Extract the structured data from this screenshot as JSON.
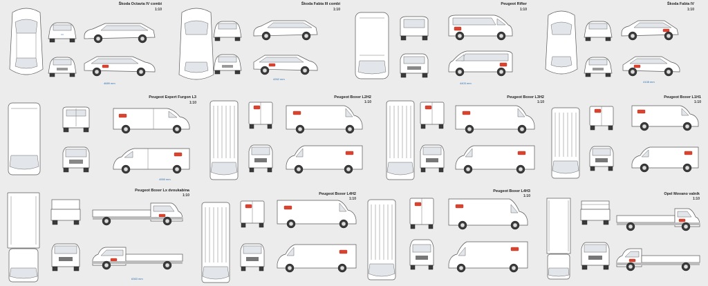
{
  "panels": [
    {
      "title": "Škoda Octavia IV combi",
      "scale": "1:10",
      "dimension": "4689 mm"
    },
    {
      "title": "Škoda Fabia III combi",
      "scale": "1:10",
      "dimension": "4262 mm"
    },
    {
      "title": "Peugeot Rifter",
      "scale": "1:10",
      "dimension": "4403 mm"
    },
    {
      "title": "Škoda Fabia IV",
      "scale": "1:10",
      "dimension": "4108 mm"
    },
    {
      "title": "Peugeot Expert Furgon L3",
      "scale": "1:10",
      "dimension": "4959 mm"
    },
    {
      "title": "Peugeot Boxer L2H2",
      "scale": "1:10",
      "dimension": ""
    },
    {
      "title": "Peugeot Boxer L3H2",
      "scale": "1:10",
      "dimension": ""
    },
    {
      "title": "Peugeot Boxer L1H1",
      "scale": "1:10",
      "dimension": ""
    },
    {
      "title": "Peugeot Boxer Lx dvoukabina",
      "scale": "1:10",
      "dimension": "6363 mm"
    },
    {
      "title": "Peugeot Boxer L4H2",
      "scale": "1:10",
      "dimension": ""
    },
    {
      "title": "Peugeot Boxer L4H3",
      "scale": "1:10",
      "dimension": ""
    },
    {
      "title": "Opel Movano valník",
      "scale": "1:10",
      "dimension": ""
    }
  ],
  "colors": {
    "background": "#ececec",
    "logo": "#d8442f",
    "dimension": "#3b7fc4",
    "outline": "#555555"
  }
}
